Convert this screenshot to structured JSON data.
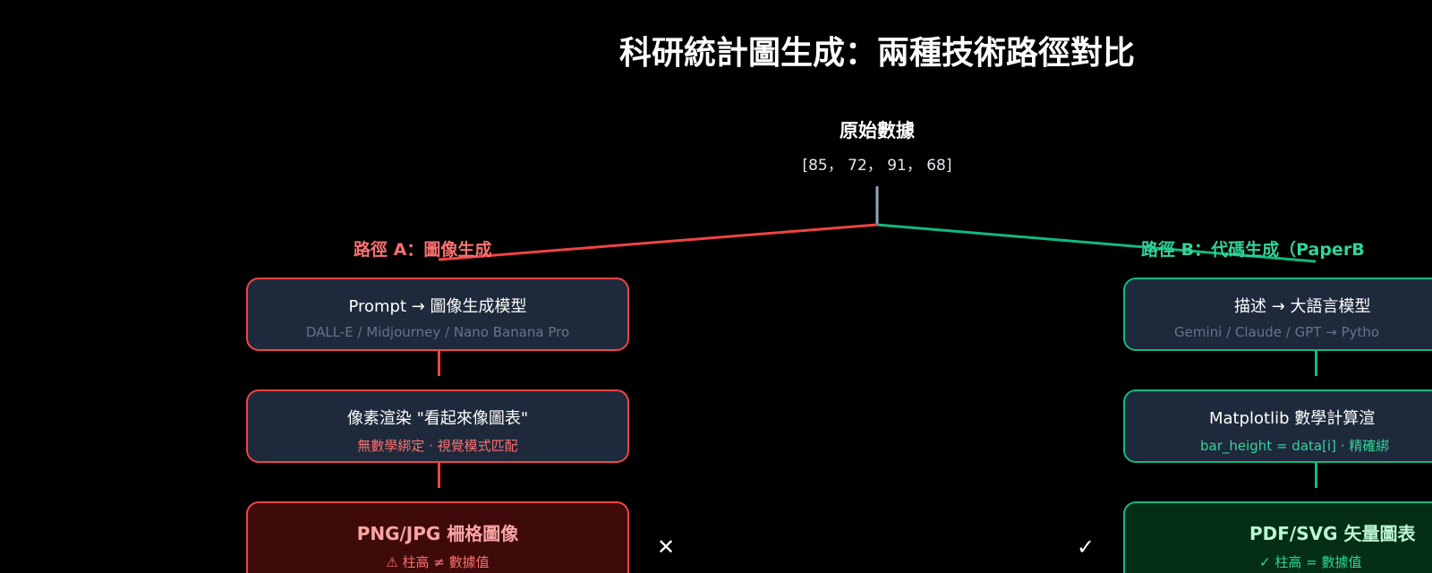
{
  "title": "科研統計圖生成：兩種技術路徑對比",
  "source": {
    "label": "原始數據",
    "values": "[85， 72， 91， 68]"
  },
  "colors": {
    "path_a": "#ef4444",
    "path_b": "#10b981",
    "box_fill": "#1e293b",
    "background": "#000000"
  },
  "path_a": {
    "label": "路徑 A：圖像生成",
    "steps": [
      {
        "main": "Prompt → 圖像生成模型",
        "sub": "DALL-E / Midjourney / Nano Banana Pro"
      },
      {
        "main": "像素渲染 \"看起來像圖表\"",
        "sub": "無數學綁定 · 視覺模式匹配"
      },
      {
        "main": "PNG/JPG 柵格圖像",
        "sub": "⚠ 柱高 ≠ 數據值"
      }
    ],
    "result_icon": "cross-icon",
    "result_mark": "✕"
  },
  "path_b": {
    "label": "路徑 B：代碼生成（PaperB",
    "steps": [
      {
        "main": "描述 → 大語言模型",
        "sub": "Gemini / Claude / GPT → Pytho"
      },
      {
        "main": "Matplotlib 數學計算渲",
        "sub": "bar_height = data[i] · 精確綁"
      },
      {
        "main": "PDF/SVG 矢量圖表",
        "sub": "✓ 柱高 = 數據值"
      }
    ],
    "result_icon": "check-icon",
    "result_mark": "✓"
  }
}
